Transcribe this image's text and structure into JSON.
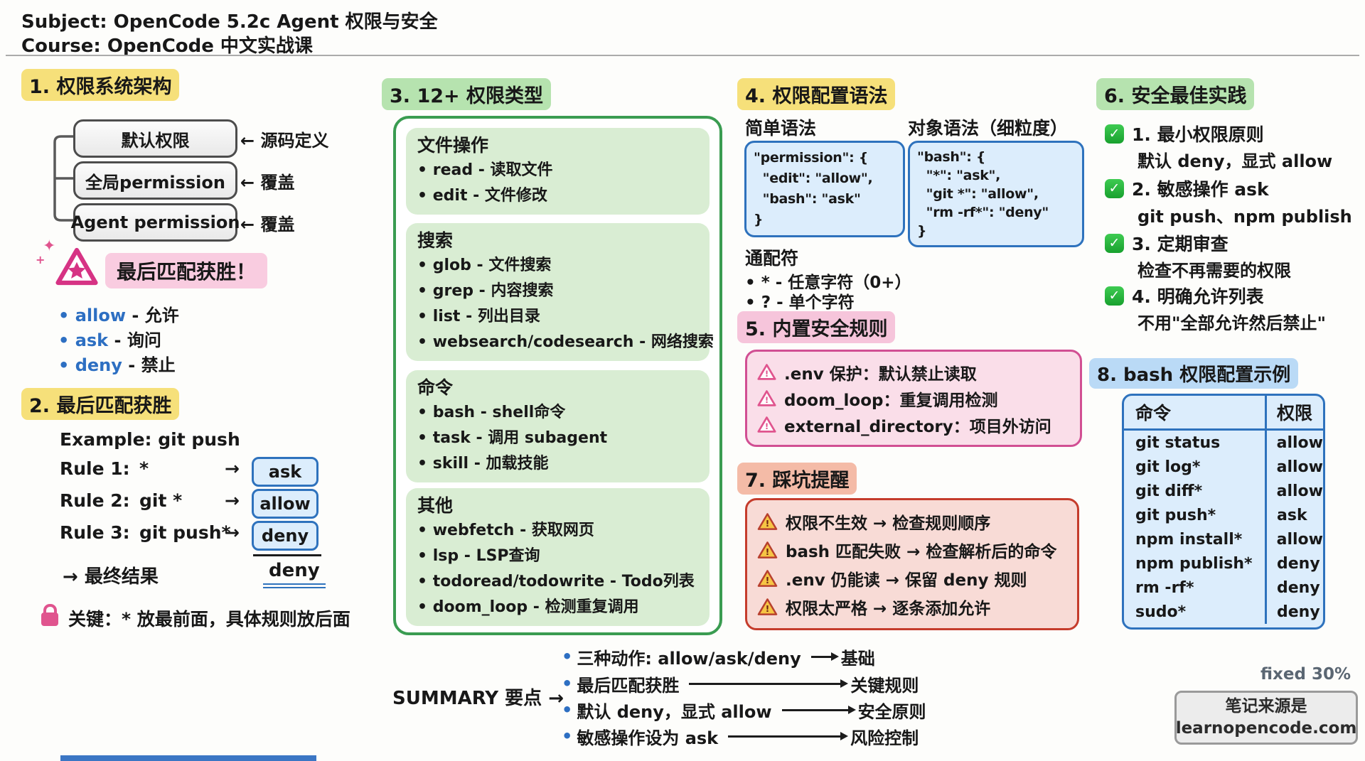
{
  "header": {
    "subject": "Subject: OpenCode 5.2c Agent 权限与安全",
    "course": "Course: OpenCode 中文实战课"
  },
  "icons": {
    "arrow_right": "→",
    "check": "✓",
    "sparkle": "✦",
    "plus": "+"
  },
  "section1": {
    "title": "1. 权限系统架构",
    "layers": [
      {
        "box": "默认权限",
        "note": "← 源码定义"
      },
      {
        "box": "全局permission",
        "note": "← 覆盖"
      },
      {
        "box": "Agent permission",
        "note": "← 覆盖"
      }
    ],
    "badge": "最后匹配获胜！",
    "actions": [
      {
        "term": "allow",
        "desc": "- 允许"
      },
      {
        "term": "ask",
        "desc": "- 询问"
      },
      {
        "term": "deny",
        "desc": "- 禁止"
      }
    ]
  },
  "section2": {
    "title": "2. 最后匹配获胜",
    "example": "Example: git push",
    "rules": [
      {
        "label": "Rule 1:",
        "pattern": "*",
        "result": "ask"
      },
      {
        "label": "Rule 2:",
        "pattern": "git *",
        "result": "allow"
      },
      {
        "label": "Rule 3:",
        "pattern": "git push*",
        "result": "deny"
      }
    ],
    "final_label": "→ 最终结果",
    "final_result": "deny",
    "key_note": "关键：* 放最前面，具体规则放后面"
  },
  "section3": {
    "title": "3. 12+ 权限类型",
    "groups": [
      {
        "name": "文件操作",
        "items": [
          "read - 读取文件",
          "edit - 文件修改"
        ]
      },
      {
        "name": "搜索",
        "items": [
          "glob - 文件搜索",
          "grep - 内容搜索",
          "list - 列出目录",
          "websearch/codesearch - 网络搜索"
        ]
      },
      {
        "name": "命令",
        "items": [
          "bash - shell命令",
          "task - 调用 subagent",
          "skill - 加载技能"
        ]
      },
      {
        "name": "其他",
        "items": [
          "webfetch - 获取网页",
          "lsp - LSP查询",
          "todoread/todowrite - Todo列表",
          "doom_loop - 检测重复调用"
        ]
      }
    ]
  },
  "section4": {
    "title": "4. 权限配置语法",
    "simple": {
      "label": "简单语法",
      "code": "\"permission\": {\n  \"edit\": \"allow\",\n  \"bash\": \"ask\"\n}"
    },
    "object": {
      "label": "对象语法（细粒度）",
      "code": "\"bash\": {\n  \"*\": \"ask\",\n  \"git *\": \"allow\",\n  \"rm -rf*\": \"deny\"\n}"
    },
    "wildcards": {
      "label": "通配符",
      "items": [
        "* - 任意字符（0+）",
        "? - 单个字符"
      ]
    }
  },
  "section5": {
    "title": "5. 内置安全规则",
    "rules": [
      ".env 保护：默认禁止读取",
      "doom_loop：重复调用检测",
      "external_directory：项目外访问"
    ]
  },
  "section6": {
    "title": "6. 安全最佳实践",
    "practices": [
      {
        "head": "1. 最小权限原则",
        "sub": "默认 deny，显式 allow"
      },
      {
        "head": "2. 敏感操作 ask",
        "sub": "git push、npm publish"
      },
      {
        "head": "3. 定期审查",
        "sub": "检查不再需要的权限"
      },
      {
        "head": "4. 明确允许列表",
        "sub": "不用\"全部允许然后禁止\""
      }
    ]
  },
  "section7": {
    "title": "7. 踩坑提醒",
    "warnings": [
      "权限不生效 → 检查规则顺序",
      "bash 匹配失败 → 检查解析后的命令",
      ".env 仍能读 → 保留 deny 规则",
      "权限太严格 → 逐条添加允许"
    ]
  },
  "section8": {
    "title": "8. bash 权限配置示例",
    "table": {
      "headers": [
        "命令",
        "权限"
      ],
      "rows": [
        [
          "git status",
          "allow"
        ],
        [
          "git log*",
          "allow"
        ],
        [
          "git diff*",
          "allow"
        ],
        [
          "git push*",
          "ask"
        ],
        [
          "npm install*",
          "allow"
        ],
        [
          "npm publish*",
          "deny"
        ],
        [
          "rm -rf*",
          "deny"
        ],
        [
          "sudo*",
          "deny"
        ]
      ]
    }
  },
  "summary": {
    "label": "SUMMARY 要点 →",
    "points": [
      {
        "text": "三种动作: allow/ask/deny",
        "target": "基础"
      },
      {
        "text": "最后匹配获胜",
        "target": "关键规则"
      },
      {
        "text": "默认 deny，显式 allow",
        "target": "安全原则"
      },
      {
        "text": "敏感操作设为 ask",
        "target": "风险控制"
      }
    ]
  },
  "footer": {
    "fixed_label": "fixed 30%",
    "source_line1": "笔记来源是",
    "source_line2": "learnopencode.com"
  },
  "colors": {
    "text": "#181818",
    "yellow": "#f6e07a",
    "green_title": "#b6e3af",
    "pink_title": "#f6c5db",
    "salmon_title": "#f4bba7",
    "blue_title": "#badaf6",
    "badge_pink": "#f9cce0",
    "green_border": "#3a9c51",
    "green_fill": "#d9edd3",
    "blue_border": "#2e72bd",
    "blue_fill": "#dcedfc",
    "pink_border": "#d14f93",
    "pink_fill": "#fadee9",
    "red_border": "#c53c2c",
    "red_fill": "#f8dbd6",
    "blue_text": "#2d6fc2",
    "pink_icon": "#e0548e",
    "gray_note": "#ececec"
  }
}
